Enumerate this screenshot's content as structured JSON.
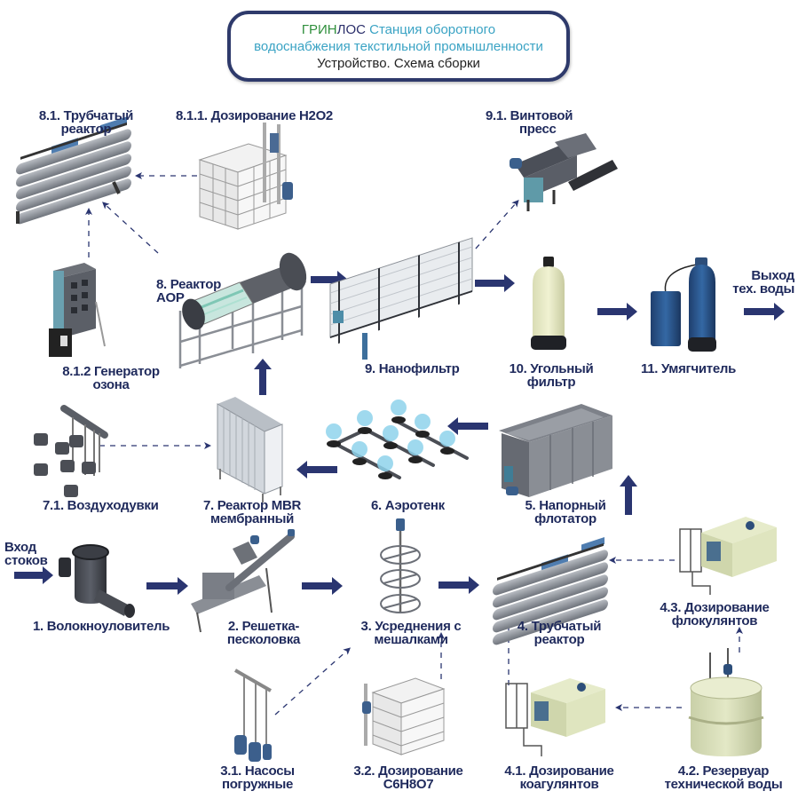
{
  "title": {
    "brand_part1": "ГРИН",
    "brand_part2": "ЛОС",
    "line1_rest": " Станция оборотного",
    "line2": "водоснабжения текстильной промышленности",
    "line3": "Устройство. Схема сборки"
  },
  "colors": {
    "arrow": "#2a3570",
    "label": "#1f2a5c",
    "brand_green": "#2f8f3c",
    "subtitle_cyan": "#3aa3c4",
    "border": "#2e3a6b"
  },
  "io": {
    "input_label_line1": "Вход",
    "input_label_line2": "стоков",
    "output_label_line1": "Выход",
    "output_label_line2": "тех. воды"
  },
  "nodes": [
    {
      "id": "1",
      "line1": "1. Волокноуловитель",
      "line2": ""
    },
    {
      "id": "2",
      "line1": "2. Решетка-",
      "line2": "песколовка"
    },
    {
      "id": "3",
      "line1": "3. Усреднения с",
      "line2": "мешалками"
    },
    {
      "id": "3.1",
      "line1": "3.1. Насосы",
      "line2": "погружные"
    },
    {
      "id": "3.2",
      "line1": "3.2. Дозирование",
      "line2": "C6H8O7"
    },
    {
      "id": "4",
      "line1": "4. Трубчатый",
      "line2": "реактор"
    },
    {
      "id": "4.1",
      "line1": "4.1. Дозирование",
      "line2": "коагулянтов"
    },
    {
      "id": "4.2",
      "line1": "4.2. Резервуар",
      "line2": "технической воды"
    },
    {
      "id": "4.3",
      "line1": "4.3. Дозирование",
      "line2": "флокулянтов"
    },
    {
      "id": "5",
      "line1": "5. Напорный",
      "line2": "флотатор"
    },
    {
      "id": "6",
      "line1": "6. Аэротенк",
      "line2": ""
    },
    {
      "id": "7",
      "line1": "7. Реактор MBR",
      "line2": "мембранный"
    },
    {
      "id": "7.1",
      "line1": "7.1. Воздуходувки",
      "line2": ""
    },
    {
      "id": "8",
      "line1": "8. Реактор",
      "line2": "AOP"
    },
    {
      "id": "8.1",
      "line1": "8.1. Трубчатый",
      "line2": "реактор"
    },
    {
      "id": "8.1.1",
      "line1": "8.1.1. Дозирование H2O2",
      "line2": ""
    },
    {
      "id": "8.1.2",
      "line1": "8.1.2 Генератор",
      "line2": "озона"
    },
    {
      "id": "9",
      "line1": "9. Нанофильтр",
      "line2": ""
    },
    {
      "id": "9.1",
      "line1": "9.1. Винтовой",
      "line2": "пресс"
    },
    {
      "id": "10",
      "line1": "10. Угольный",
      "line2": "фильтр"
    },
    {
      "id": "11",
      "line1": "11. Умягчитель",
      "line2": ""
    }
  ],
  "flows_main": [
    [
      "input",
      "1"
    ],
    [
      "1",
      "2"
    ],
    [
      "2",
      "3"
    ],
    [
      "3",
      "4"
    ],
    [
      "4",
      "5"
    ],
    [
      "5",
      "6"
    ],
    [
      "6",
      "7"
    ],
    [
      "7",
      "8"
    ],
    [
      "8",
      "9"
    ],
    [
      "9",
      "10"
    ],
    [
      "10",
      "11"
    ],
    [
      "11",
      "output"
    ]
  ],
  "flows_auxiliary": [
    [
      "3.1",
      "3"
    ],
    [
      "3.2",
      "3"
    ],
    [
      "4.1",
      "4"
    ],
    [
      "4.2",
      "4.1"
    ],
    [
      "4.3",
      "4"
    ],
    [
      "7.1",
      "7"
    ],
    [
      "8.1.1",
      "8.1"
    ],
    [
      "8.1.2",
      "8.1"
    ],
    [
      "8",
      "8.1"
    ],
    [
      "9",
      "9.1"
    ]
  ]
}
